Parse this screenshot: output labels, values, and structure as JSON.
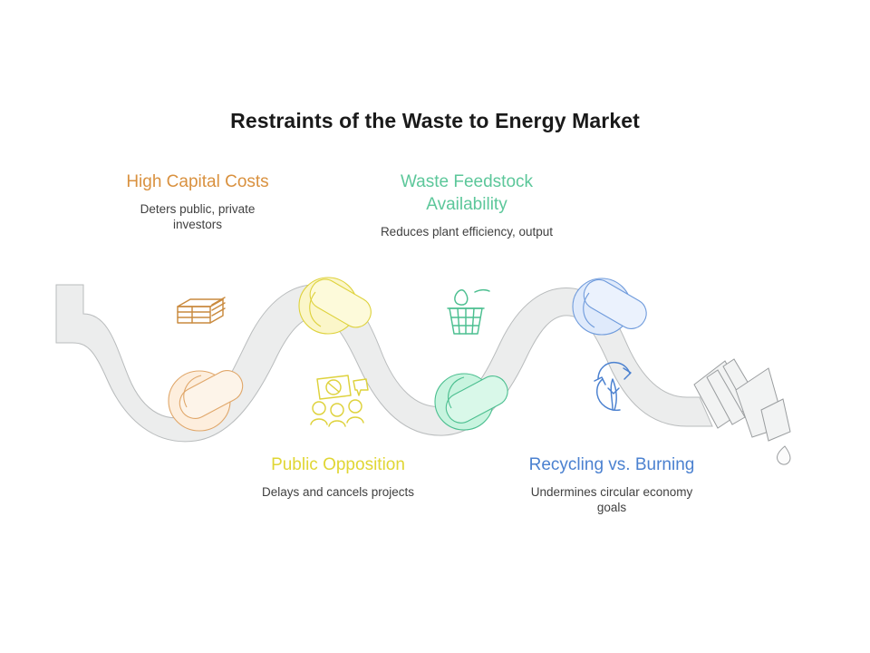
{
  "page": {
    "title": "Restraints of the Waste to Energy Market",
    "background_color": "#ffffff"
  },
  "nodes": [
    {
      "id": "high-capital-costs",
      "heading": "High Capital Costs",
      "description": "Deters public, private investors",
      "color": "#d9913f",
      "knot_fill": "#fdeedd",
      "icon": "cash-stack-icon",
      "position": "above-left"
    },
    {
      "id": "public-opposition",
      "heading": "Public Opposition",
      "description": "Delays and cancels projects",
      "color": "#e0d634",
      "knot_fill": "#fbf6c9",
      "icon": "protest-signs-icon",
      "position": "below-left"
    },
    {
      "id": "waste-feedstock-availability",
      "heading": "Waste Feedstock Availability",
      "description": "Reduces plant efficiency, output",
      "color": "#5cc79a",
      "knot_fill": "#c8f4df",
      "icon": "waste-basket-icon",
      "position": "above-right"
    },
    {
      "id": "recycling-vs-burning",
      "heading": "Recycling vs. Burning",
      "description": "Undermines circular economy goals",
      "color": "#4b81d0",
      "knot_fill": "#dfeafb",
      "icon": "recycling-leaf-icon",
      "position": "below-right"
    }
  ],
  "graphic": {
    "type": "knotted-hose",
    "hose_fill": "#eceded",
    "hose_stroke": "#b9bcbd",
    "nozzle": "hose-nozzle",
    "drip": "water-drop",
    "knot_count": 4
  }
}
